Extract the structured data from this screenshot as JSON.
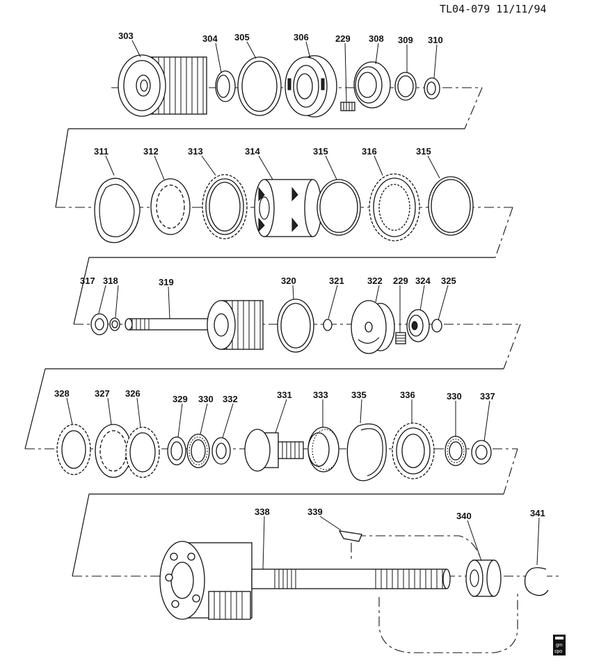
{
  "header": {
    "code": "TL04-079 11/11/94"
  },
  "logo": {
    "line1": "gm",
    "line2": "spo"
  },
  "rows": [
    {
      "row": 1,
      "labels": [
        "303",
        "304",
        "305",
        "306",
        "229",
        "308",
        "309",
        "310"
      ]
    },
    {
      "row": 2,
      "labels": [
        "311",
        "312",
        "313",
        "314",
        "315",
        "316",
        "315"
      ]
    },
    {
      "row": 3,
      "labels": [
        "317",
        "318",
        "319",
        "320",
        "321",
        "322",
        "229",
        "324",
        "325"
      ]
    },
    {
      "row": 4,
      "labels": [
        "328",
        "327",
        "326",
        "329",
        "330",
        "332",
        "331",
        "333",
        "335",
        "336",
        "330",
        "337"
      ]
    },
    {
      "row": 5,
      "labels": [
        "338",
        "339",
        "340",
        "341"
      ]
    }
  ]
}
